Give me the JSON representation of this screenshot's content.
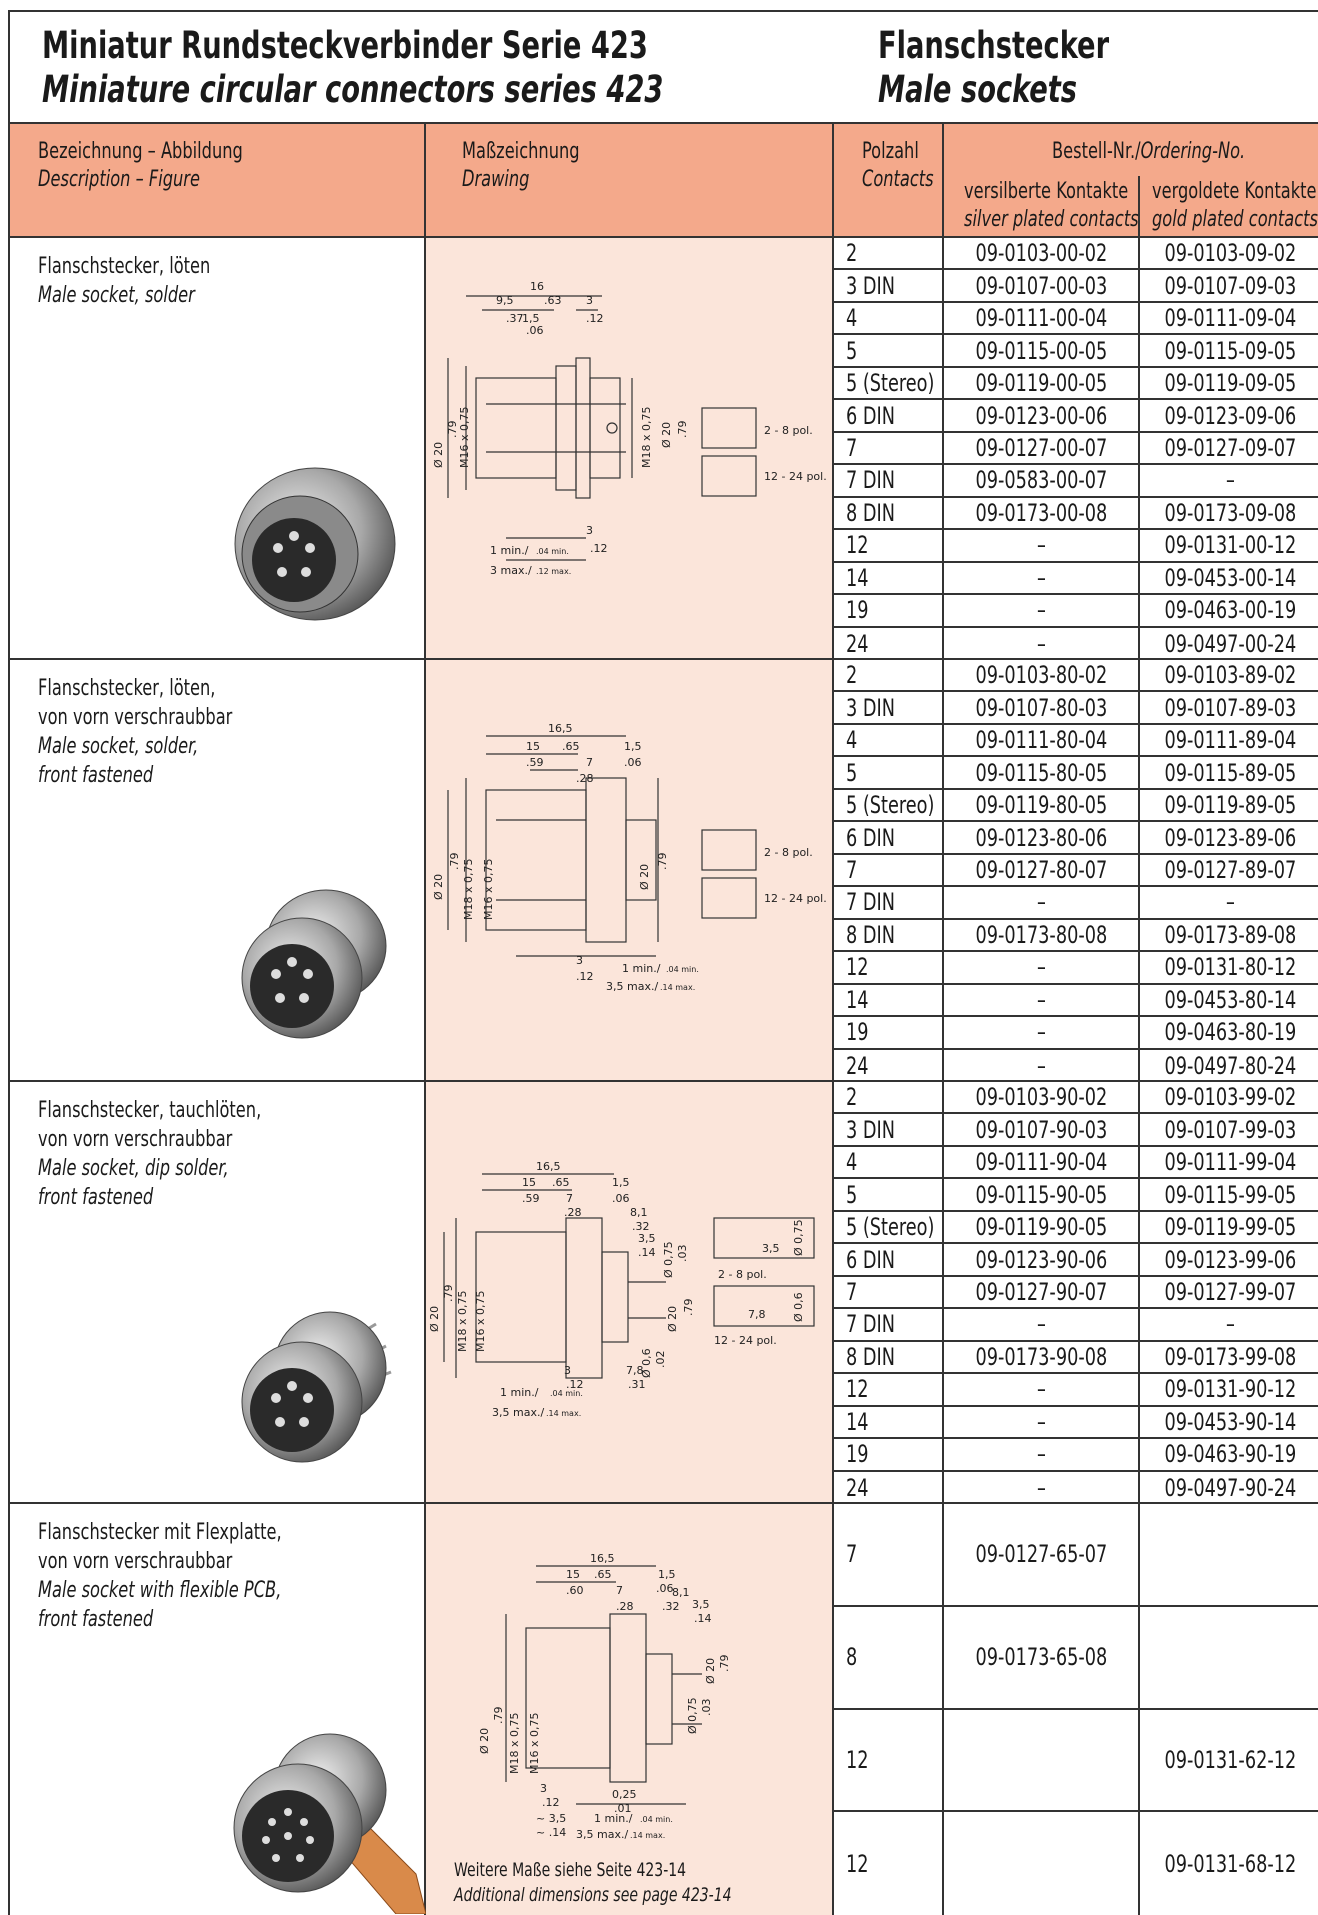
{
  "title": {
    "de": "Miniatur Rundsteckverbinder Serie 423",
    "en": "Miniature circular connectors series 423"
  },
  "subtitle": {
    "de": "Flanschstecker",
    "en": "Male sockets"
  },
  "header": {
    "desc_de": "Bezeichnung – Abbildung",
    "desc_en": "Description – Figure",
    "draw_de": "Maßzeichnung",
    "draw_en": "Drawing",
    "contacts_de": "Polzahl",
    "contacts_en": "Contacts",
    "ordering_de": "Bestell-Nr./",
    "ordering_en": "Ordering-No.",
    "silver_de": "versilberte Kontakte",
    "silver_en": "silver plated contacts",
    "gold_de": "vergoldete Kontakte",
    "gold_en": "gold plated contacts"
  },
  "pin_labels": {
    "a": "2 - 8 pol.",
    "b": "12 - 24 pol."
  },
  "sections": [
    {
      "desc": [
        "Flanschstecker, löten"
      ],
      "desc_en": [
        "Male socket, solder"
      ],
      "dims": {
        "d1": "16",
        "d2": "9,5",
        "d3": ".63",
        "d4": "3",
        "d5": ".37",
        "d6": "1,5",
        "d7": ".12",
        "d8": ".06",
        "d9": "Ø 20",
        "d10": ".79",
        "d11": "M16 x 0,75",
        "d12": "M18 x 0,75",
        "d13": "Ø 20",
        "d14": ".79",
        "d15": "3",
        "d16": ".12",
        "d17": "1 min./",
        "d18": ".04 min.",
        "d19": "3 max./",
        "d20": ".12 max."
      },
      "rows": [
        [
          "2",
          "09-0103-00-02",
          "09-0103-09-02"
        ],
        [
          "3 DIN",
          "09-0107-00-03",
          "09-0107-09-03"
        ],
        [
          "4",
          "09-0111-00-04",
          "09-0111-09-04"
        ],
        [
          "5",
          "09-0115-00-05",
          "09-0115-09-05"
        ],
        [
          "5 (Stereo)",
          "09-0119-00-05",
          "09-0119-09-05"
        ],
        [
          "6 DIN",
          "09-0123-00-06",
          "09-0123-09-06"
        ],
        [
          "7",
          "09-0127-00-07",
          "09-0127-09-07"
        ],
        [
          "7 DIN",
          "09-0583-00-07",
          "–"
        ],
        [
          "8 DIN",
          "09-0173-00-08",
          "09-0173-09-08"
        ],
        [
          "12",
          "–",
          "09-0131-00-12"
        ],
        [
          "14",
          "–",
          "09-0453-00-14"
        ],
        [
          "19",
          "–",
          "09-0463-00-19"
        ],
        [
          "24",
          "–",
          "09-0497-00-24"
        ]
      ]
    },
    {
      "desc": [
        "Flanschstecker, löten,",
        "von vorn verschraubbar"
      ],
      "desc_en": [
        "Male socket, solder,",
        "front fastened"
      ],
      "dims": {
        "d1": "16,5",
        "d2": "15",
        "d3": ".65",
        "d4": "1,5",
        "d5": ".59",
        "d6": "7",
        "d7": ".06",
        "d8": ".28",
        "d9": "Ø 20",
        "d10": ".79",
        "d11": "M18 x 0,75",
        "d12": "M16 x 0,75",
        "d13": "Ø 20",
        "d14": ".79",
        "d15": "3",
        "d16": ".12",
        "d17": "1 min./",
        "d18": ".04 min.",
        "d19": "3,5 max./",
        "d20": ".14 max."
      },
      "rows": [
        [
          "2",
          "09-0103-80-02",
          "09-0103-89-02"
        ],
        [
          "3 DIN",
          "09-0107-80-03",
          "09-0107-89-03"
        ],
        [
          "4",
          "09-0111-80-04",
          "09-0111-89-04"
        ],
        [
          "5",
          "09-0115-80-05",
          "09-0115-89-05"
        ],
        [
          "5 (Stereo)",
          "09-0119-80-05",
          "09-0119-89-05"
        ],
        [
          "6 DIN",
          "09-0123-80-06",
          "09-0123-89-06"
        ],
        [
          "7",
          "09-0127-80-07",
          "09-0127-89-07"
        ],
        [
          "7 DIN",
          "–",
          "–"
        ],
        [
          "8 DIN",
          "09-0173-80-08",
          "09-0173-89-08"
        ],
        [
          "12",
          "–",
          "09-0131-80-12"
        ],
        [
          "14",
          "–",
          "09-0453-80-14"
        ],
        [
          "19",
          "–",
          "09-0463-80-19"
        ],
        [
          "24",
          "–",
          "09-0497-80-24"
        ]
      ]
    },
    {
      "desc": [
        "Flanschstecker, tauchlöten,",
        "von vorn verschraubbar"
      ],
      "desc_en": [
        "Male socket, dip solder,",
        "front fastened"
      ],
      "dims": {
        "d1": "16,5",
        "d2": "15",
        "d3": ".65",
        "d4": "1,5",
        "d5": ".59",
        "d6": "7",
        "d7": ".06",
        "d8": ".28",
        "d9": "Ø 20",
        "d10": ".79",
        "d11": "M18 x 0,75",
        "d12": "M16 x 0,75",
        "d13": "8,1",
        "d14": ".32",
        "d15": "3,5",
        "d16": ".14",
        "d17": "Ø 0,75",
        "d18": ".03",
        "d19": "Ø 20",
        "d20": ".79",
        "d21": "Ø 0,6",
        "d22": ".02",
        "d23": "3",
        "d24": ".12",
        "d25": "7,8",
        "d26": ".31",
        "d27": "1 min./",
        "d28": ".04 min.",
        "d29": "3,5 max./",
        "d30": ".14 max.",
        "d31": "3,5",
        "d32": "7,8",
        "d33": "Ø 0,75",
        "d34": "Ø 0,6"
      },
      "rows": [
        [
          "2",
          "09-0103-90-02",
          "09-0103-99-02"
        ],
        [
          "3 DIN",
          "09-0107-90-03",
          "09-0107-99-03"
        ],
        [
          "4",
          "09-0111-90-04",
          "09-0111-99-04"
        ],
        [
          "5",
          "09-0115-90-05",
          "09-0115-99-05"
        ],
        [
          "5 (Stereo)",
          "09-0119-90-05",
          "09-0119-99-05"
        ],
        [
          "6 DIN",
          "09-0123-90-06",
          "09-0123-99-06"
        ],
        [
          "7",
          "09-0127-90-07",
          "09-0127-99-07"
        ],
        [
          "7 DIN",
          "–",
          "–"
        ],
        [
          "8 DIN",
          "09-0173-90-08",
          "09-0173-99-08"
        ],
        [
          "12",
          "–",
          "09-0131-90-12"
        ],
        [
          "14",
          "–",
          "09-0453-90-14"
        ],
        [
          "19",
          "–",
          "09-0463-90-19"
        ],
        [
          "24",
          "–",
          "09-0497-90-24"
        ]
      ]
    },
    {
      "desc": [
        "Flanschstecker mit Flexplatte,",
        "von vorn verschraubbar"
      ],
      "desc_en": [
        "Male socket with flexible PCB,",
        "front fastened"
      ],
      "dims": {
        "d1": "16,5",
        "d2": "15",
        "d3": ".65",
        "d4": "1,5",
        "d5": ".60",
        "d6": "7",
        "d7": ".06",
        "d8": "8,1",
        "d9": ".28",
        "d10": ".32",
        "d11": "3,5",
        "d12": ".14",
        "d13": "Ø 20",
        "d14": ".79",
        "d15": "M18 x 0,75",
        "d16": "M16 x 0,75",
        "d17": "Ø 20",
        "d18": ".79",
        "d19": "Ø 0,75",
        "d20": ".03",
        "d21": "3",
        "d22": ".12",
        "d23": "~ 3,5",
        "d24": "~ .14",
        "d25": "0,25",
        "d26": ".01",
        "d27": "1 min./",
        "d28": ".04 min.",
        "d29": "3,5 max./",
        "d30": ".14 max."
      },
      "note_de": "Weitere Maße siehe Seite 423-14",
      "note_en": "Additional dimensions see page 423-14",
      "rows": [
        [
          "7",
          "09-0127-65-07",
          ""
        ],
        [
          "8",
          "09-0173-65-08",
          ""
        ],
        [
          "12",
          "",
          "09-0131-62-12"
        ],
        [
          "12",
          "",
          "09-0131-68-12"
        ]
      ]
    }
  ]
}
